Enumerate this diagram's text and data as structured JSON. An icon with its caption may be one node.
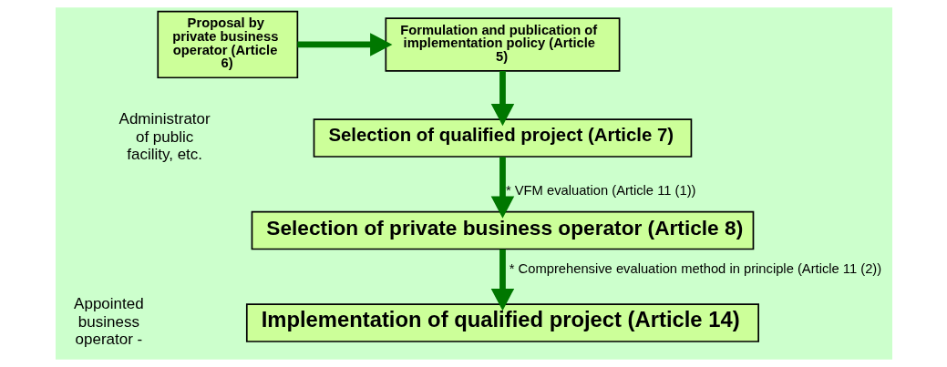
{
  "diagram": {
    "nodes": [
      {
        "text": [
          "Formulation and publication of implementation policy (Article 5)"
        ]
      },
      {
        "text": [
          "Proposal by private business operator (Article 6)"
        ]
      },
      {
        "text": [
          "Selection of qualified project (Article 7)"
        ]
      },
      {
        "text": [
          "Selection of private business operator (Article 8)"
        ]
      },
      {
        "text": [
          "Implementation of qualified project (Article 14)"
        ]
      }
    ],
    "edges": [
      {
        "from": 1,
        "to": 0,
        "arrow": "to"
      },
      {
        "from": 0,
        "to": 2,
        "arrow": "to"
      },
      {
        "from": 2,
        "to": 3,
        "arrow": "to",
        "label": "* VFM evaluation (Article 11 (1))"
      },
      {
        "from": 3,
        "to": 4,
        "arrow": "to",
        "label": "* Comprehensive evaluation method in principle (Article 11 (2))"
      }
    ],
    "labels": [
      "Administrator of public facility, etc.",
      "Appointed business operator -"
    ]
  }
}
